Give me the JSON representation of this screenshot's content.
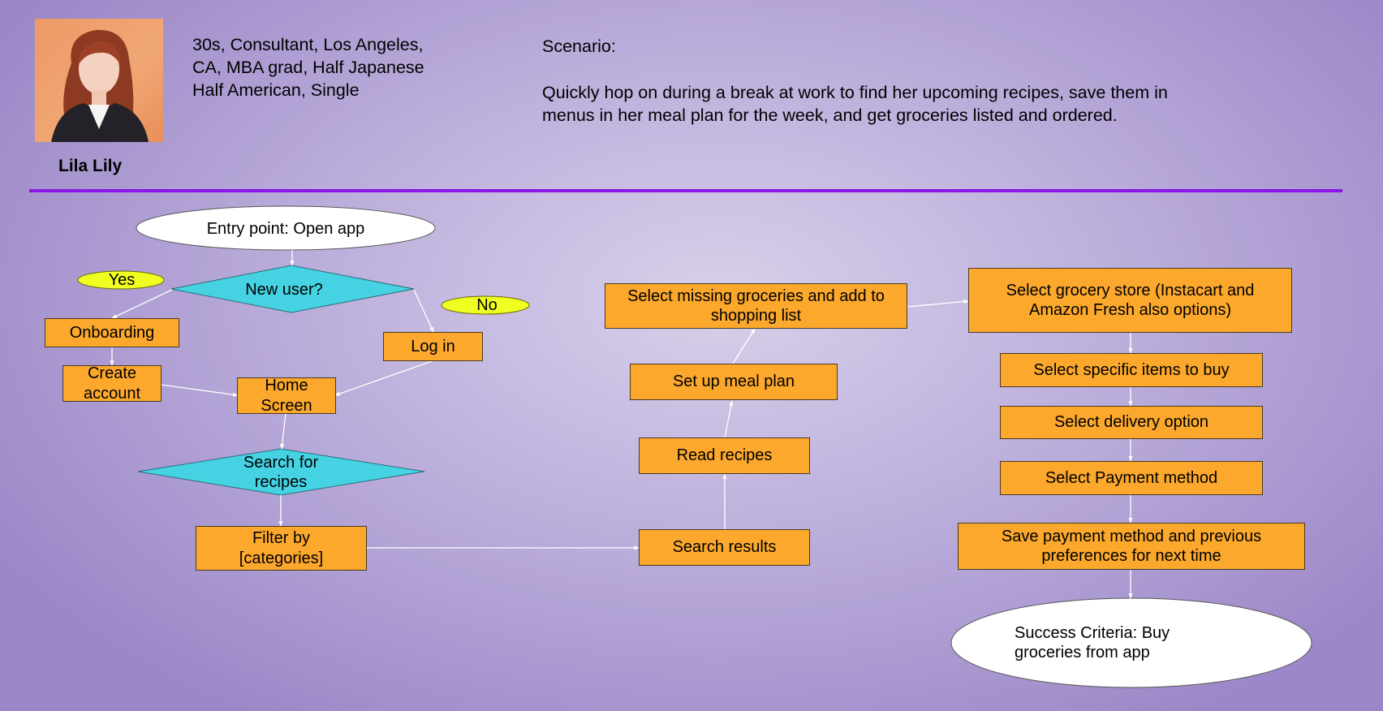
{
  "persona": {
    "details": "30s, Consultant, Los Angeles, CA, MBA grad, Half Japanese Half American, Single",
    "name": "Lila Lily"
  },
  "scenario": {
    "label": "Scenario:",
    "text": "Quickly hop on during a break at work to find her upcoming recipes, save them in menus in her meal plan for the week, and get groceries listed and ordered."
  },
  "colors": {
    "process_box": "#fba82d",
    "decision": "#45d2e2",
    "branch_label": "#f0ff22",
    "divider": "#8b16e6",
    "terminal": "#ffffff"
  },
  "flow": {
    "entry": "Entry point: Open app",
    "new_user": "New user?",
    "yes": "Yes",
    "no": "No",
    "onboarding": "Onboarding",
    "create_account": "Create account",
    "log_in": "Log in",
    "home_screen": "Home Screen",
    "search_recipes": "Search for recipes",
    "filter": "Filter by [categories]",
    "search_results": "Search results",
    "read_recipes": "Read recipes",
    "meal_plan": "Set up meal plan",
    "missing_groceries": "Select missing groceries and add to shopping list",
    "grocery_store": "Select grocery store (Instacart and Amazon Fresh also options)",
    "specific_items": "Select specific items to buy",
    "delivery": "Select delivery option",
    "payment": "Select Payment method",
    "save_payment": "Save payment method and previous preferences for next time",
    "success": "Success Criteria: Buy groceries from app"
  }
}
